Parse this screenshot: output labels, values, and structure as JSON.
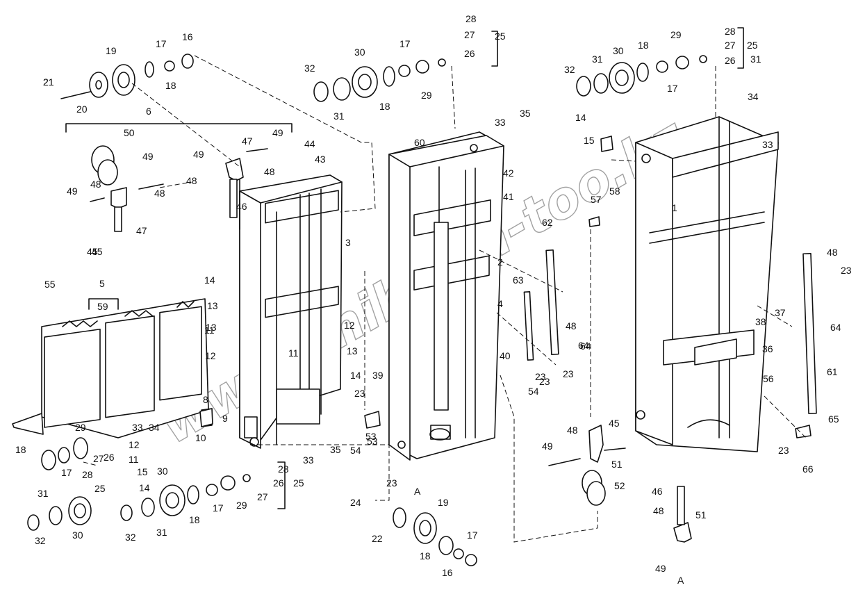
{
  "watermark": "www.shihrom-too.kz",
  "callouts": [
    {
      "id": "21"
    },
    {
      "id": "20"
    },
    {
      "id": "19"
    },
    {
      "id": "17"
    },
    {
      "id": "18"
    },
    {
      "id": "16"
    },
    {
      "id": "6"
    },
    {
      "id": "50"
    },
    {
      "id": "49"
    },
    {
      "id": "48"
    },
    {
      "id": "47"
    },
    {
      "id": "45"
    },
    {
      "id": "46"
    },
    {
      "id": "44"
    },
    {
      "id": "43"
    },
    {
      "id": "3"
    },
    {
      "id": "32"
    },
    {
      "id": "31"
    },
    {
      "id": "30"
    },
    {
      "id": "29"
    },
    {
      "id": "28"
    },
    {
      "id": "27"
    },
    {
      "id": "26"
    },
    {
      "id": "25"
    },
    {
      "id": "60"
    },
    {
      "id": "42"
    },
    {
      "id": "41"
    },
    {
      "id": "2"
    },
    {
      "id": "4"
    },
    {
      "id": "40"
    },
    {
      "id": "33"
    },
    {
      "id": "35"
    },
    {
      "id": "34"
    },
    {
      "id": "14"
    },
    {
      "id": "15"
    },
    {
      "id": "57"
    },
    {
      "id": "58"
    },
    {
      "id": "1"
    },
    {
      "id": "62"
    },
    {
      "id": "63"
    },
    {
      "id": "23"
    },
    {
      "id": "54"
    },
    {
      "id": "64"
    },
    {
      "id": "37"
    },
    {
      "id": "38"
    },
    {
      "id": "36"
    },
    {
      "id": "56"
    },
    {
      "id": "61"
    },
    {
      "id": "65"
    },
    {
      "id": "66"
    },
    {
      "id": "5"
    },
    {
      "id": "59"
    },
    {
      "id": "55"
    },
    {
      "id": "13"
    },
    {
      "id": "12"
    },
    {
      "id": "11"
    },
    {
      "id": "8"
    },
    {
      "id": "9"
    },
    {
      "id": "10"
    },
    {
      "id": "39"
    },
    {
      "id": "53"
    },
    {
      "id": "24"
    },
    {
      "id": "22"
    },
    {
      "id": "51"
    },
    {
      "id": "52"
    },
    {
      "id": "A"
    }
  ]
}
